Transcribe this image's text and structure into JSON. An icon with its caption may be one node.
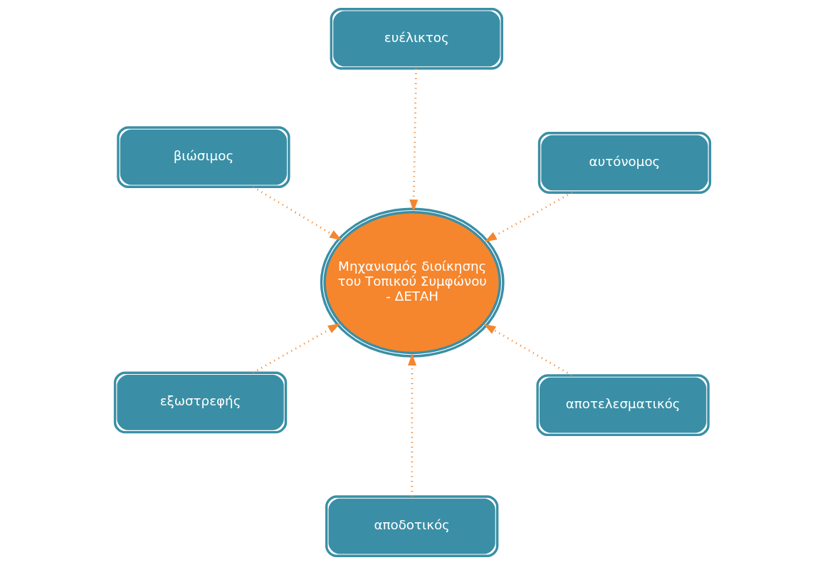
{
  "diagram": {
    "nodes": [
      {
        "text": [
          "Μηχανισμός διοίκησης του Τοπικού Συμφώνου - ΔΕΤΑΗ"
        ]
      },
      {
        "text": [
          "αποτελεσματικός"
        ]
      },
      {
        "text": [
          "αποδοτικός"
        ]
      },
      {
        "text": [
          "βιώσιμος"
        ]
      },
      {
        "text": [
          "αυτόνομος"
        ]
      },
      {
        "text": [
          "ευέλικτος"
        ]
      },
      {
        "text": [
          "εξωστρεφής"
        ]
      }
    ],
    "edges": [
      {
        "from": 1,
        "to": 0,
        "arrow": "to",
        "style": "dashed"
      },
      {
        "from": 2,
        "to": 0,
        "arrow": "to",
        "style": "dashed"
      },
      {
        "from": 3,
        "to": 0,
        "arrow": "to",
        "style": "dashed"
      },
      {
        "from": 4,
        "to": 0,
        "arrow": "to",
        "style": "dashed"
      },
      {
        "from": 5,
        "to": 0,
        "arrow": "to",
        "style": "dashed"
      },
      {
        "from": 6,
        "to": 0,
        "arrow": "to",
        "style": "dashed"
      }
    ]
  }
}
